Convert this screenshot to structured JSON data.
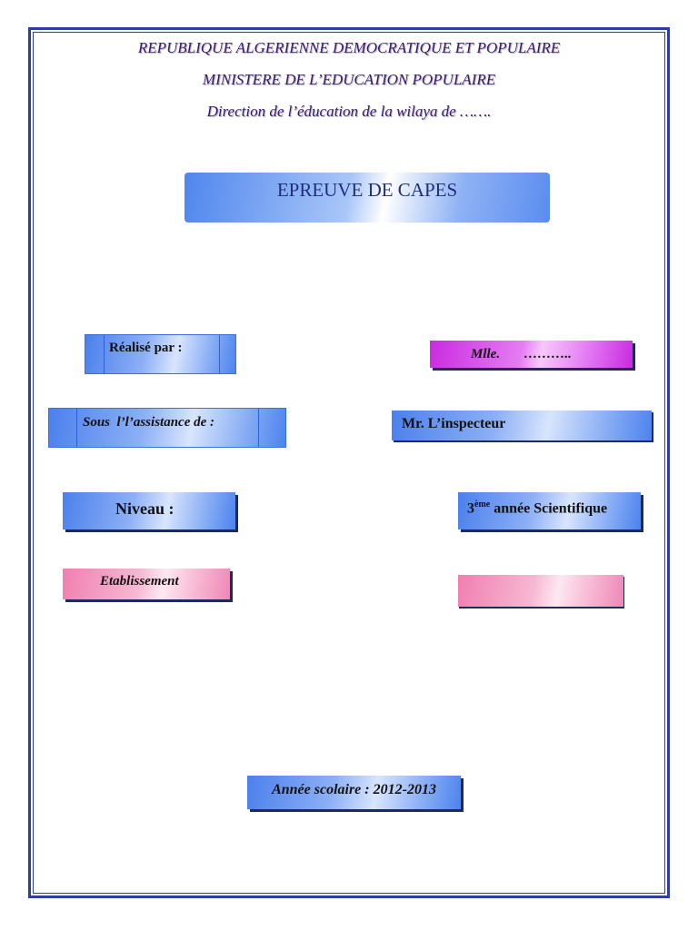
{
  "header": {
    "line1": "REPUBLIQUE ALGERIENNE DEMOCRATIQUE ET POPULAIRE",
    "line2": "MINISTERE DE L’EDUCATION POPULAIRE",
    "line3": "Direction de l’éducation de la wilaya de ……."
  },
  "title": "EPREUVE DE CAPES",
  "fields": {
    "realise_label": "Réalisé par :",
    "realise_value": "Mlle.       ………..",
    "assistance_label": "Sous  l’l’assistance de :",
    "assistance_value": "Mr. L’inspecteur",
    "niveau_label": "Niveau :",
    "niveau_value_num": "3",
    "niveau_value_sup": "ème",
    "niveau_value_rest": " année Scientifique",
    "etablissement_label": "Etablissement",
    "etablissement_value": ""
  },
  "footer": {
    "annee": "Année scolaire : 2012-2013"
  },
  "colors": {
    "border": "#2b3fa0",
    "header_text": "#3c1a6e",
    "title_text": "#1f2f7a"
  }
}
